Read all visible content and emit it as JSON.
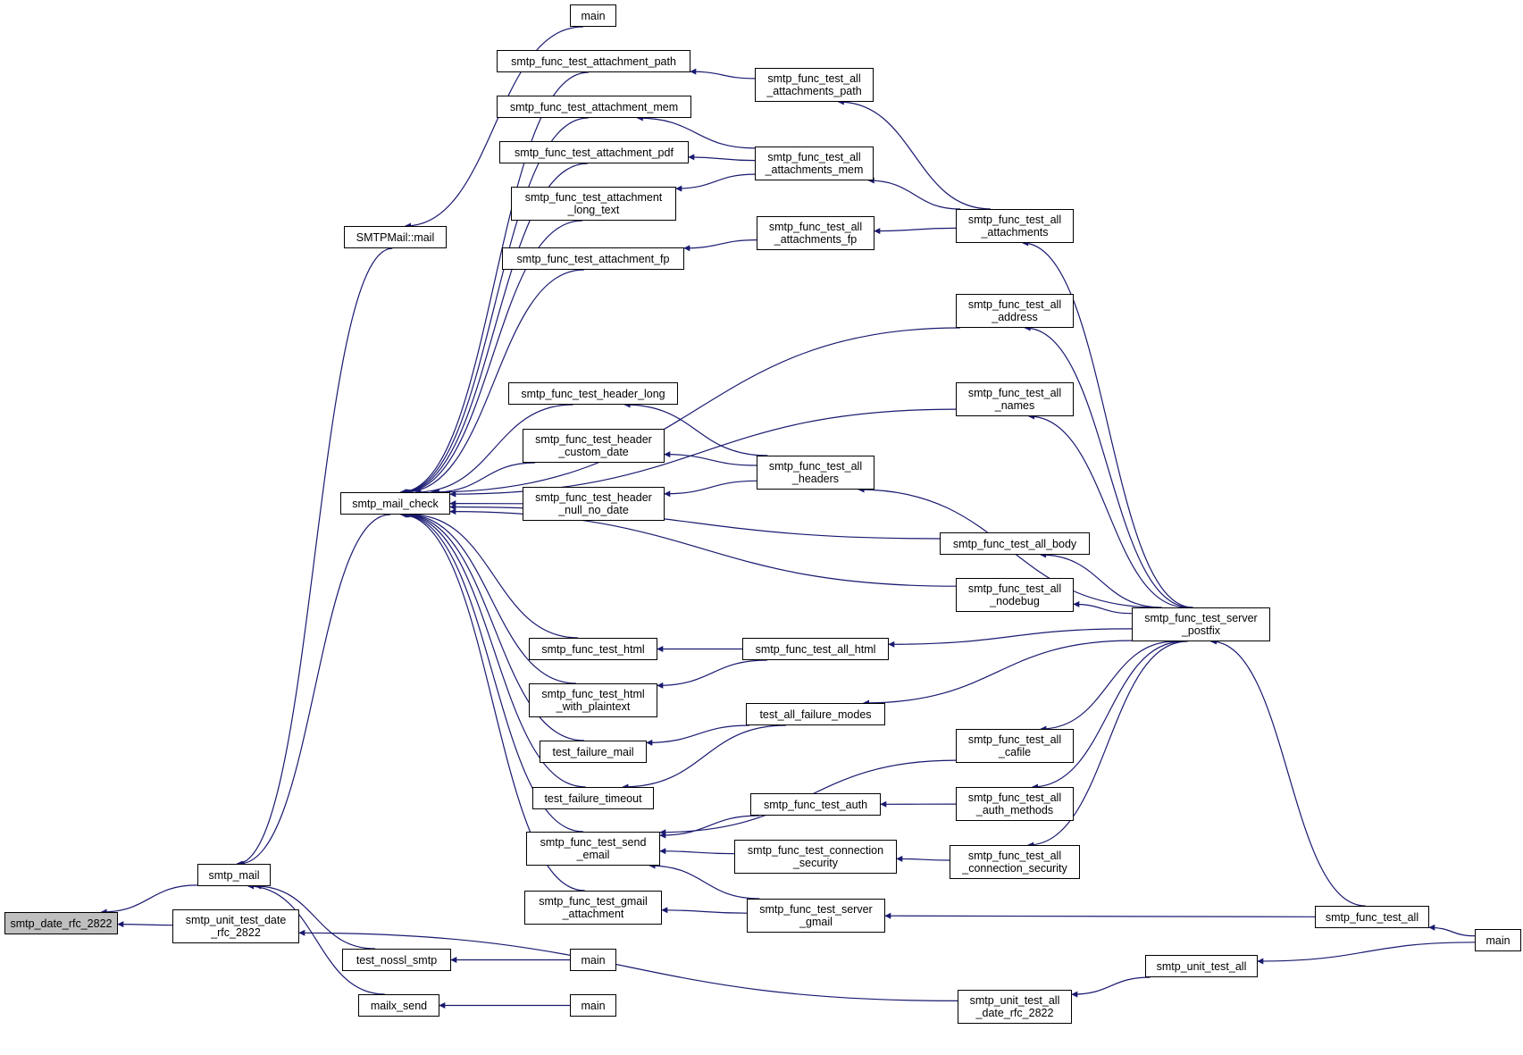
{
  "colors": {
    "edge": "#191970",
    "border": "#000000",
    "root_fill": "#bfbfbf"
  },
  "nodes": [
    {
      "id": "date",
      "label": [
        "smtp_date_rfc_2822"
      ],
      "root": true
    },
    {
      "id": "mail",
      "label": [
        "smtp_mail"
      ]
    },
    {
      "id": "unitdate",
      "label": [
        "smtp_unit_test_date",
        "_rfc_2822"
      ]
    },
    {
      "id": "smtpmail",
      "label": [
        "SMTPMail::mail"
      ]
    },
    {
      "id": "check",
      "label": [
        "smtp_mail_check"
      ]
    },
    {
      "id": "nossl",
      "label": [
        "test_nossl_smtp"
      ]
    },
    {
      "id": "mailx",
      "label": [
        "mailx_send"
      ]
    },
    {
      "id": "main_top",
      "label": [
        "main"
      ]
    },
    {
      "id": "att_path",
      "label": [
        "smtp_func_test_attachment_path"
      ]
    },
    {
      "id": "att_mem",
      "label": [
        "smtp_func_test_attachment_mem"
      ]
    },
    {
      "id": "att_pdf",
      "label": [
        "smtp_func_test_attachment_pdf"
      ]
    },
    {
      "id": "att_long",
      "label": [
        "smtp_func_test_attachment",
        "_long_text"
      ]
    },
    {
      "id": "att_fp",
      "label": [
        "smtp_func_test_attachment_fp"
      ]
    },
    {
      "id": "hdr_long",
      "label": [
        "smtp_func_test_header_long"
      ]
    },
    {
      "id": "hdr_custom",
      "label": [
        "smtp_func_test_header",
        "_custom_date"
      ]
    },
    {
      "id": "hdr_null",
      "label": [
        "smtp_func_test_header",
        "_null_no_date"
      ]
    },
    {
      "id": "html",
      "label": [
        "smtp_func_test_html"
      ]
    },
    {
      "id": "html_plain",
      "label": [
        "smtp_func_test_html",
        "_with_plaintext"
      ]
    },
    {
      "id": "fail_mail",
      "label": [
        "test_failure_mail"
      ]
    },
    {
      "id": "fail_timeout",
      "label": [
        "test_failure_timeout"
      ]
    },
    {
      "id": "send_email",
      "label": [
        "smtp_func_test_send",
        "_email"
      ]
    },
    {
      "id": "gmail_att",
      "label": [
        "smtp_func_test_gmail",
        "_attachment"
      ]
    },
    {
      "id": "main_nossl",
      "label": [
        "main"
      ]
    },
    {
      "id": "main_mailx",
      "label": [
        "main"
      ]
    },
    {
      "id": "all_att_path",
      "label": [
        "smtp_func_test_all",
        "_attachments_path"
      ]
    },
    {
      "id": "all_att_mem",
      "label": [
        "smtp_func_test_all",
        "_attachments_mem"
      ]
    },
    {
      "id": "all_att_fp",
      "label": [
        "smtp_func_test_all",
        "_attachments_fp"
      ]
    },
    {
      "id": "all_headers",
      "label": [
        "smtp_func_test_all",
        "_headers"
      ]
    },
    {
      "id": "all_html",
      "label": [
        "smtp_func_test_all_html"
      ]
    },
    {
      "id": "all_fail",
      "label": [
        "test_all_failure_modes"
      ]
    },
    {
      "id": "auth",
      "label": [
        "smtp_func_test_auth"
      ]
    },
    {
      "id": "conn_sec",
      "label": [
        "smtp_func_test_connection",
        "_security"
      ]
    },
    {
      "id": "server_gmail",
      "label": [
        "smtp_func_test_server",
        "_gmail"
      ]
    },
    {
      "id": "all_att",
      "label": [
        "smtp_func_test_all",
        "_attachments"
      ]
    },
    {
      "id": "all_addr",
      "label": [
        "smtp_func_test_all",
        "_address"
      ]
    },
    {
      "id": "all_names",
      "label": [
        "smtp_func_test_all",
        "_names"
      ]
    },
    {
      "id": "all_body",
      "label": [
        "smtp_func_test_all_body"
      ]
    },
    {
      "id": "all_nodebug",
      "label": [
        "smtp_func_test_all",
        "_nodebug"
      ]
    },
    {
      "id": "all_cafile",
      "label": [
        "smtp_func_test_all",
        "_cafile"
      ]
    },
    {
      "id": "all_auth",
      "label": [
        "smtp_func_test_all",
        "_auth_methods"
      ]
    },
    {
      "id": "all_conn",
      "label": [
        "smtp_func_test_all",
        "_connection_security"
      ]
    },
    {
      "id": "unit_all_date",
      "label": [
        "smtp_unit_test_all",
        "_date_rfc_2822"
      ]
    },
    {
      "id": "postfix",
      "label": [
        "smtp_func_test_server",
        "_postfix"
      ]
    },
    {
      "id": "unit_all",
      "label": [
        "smtp_unit_test_all"
      ]
    },
    {
      "id": "func_all",
      "label": [
        "smtp_func_test_all"
      ]
    },
    {
      "id": "main_right",
      "label": [
        "main"
      ]
    }
  ],
  "edges": [
    [
      "mail",
      "date"
    ],
    [
      "unitdate",
      "date"
    ],
    [
      "smtpmail",
      "mail"
    ],
    [
      "check",
      "mail"
    ],
    [
      "nossl",
      "mail"
    ],
    [
      "mailx",
      "mail"
    ],
    [
      "main_top",
      "smtpmail"
    ],
    [
      "att_path",
      "check"
    ],
    [
      "att_mem",
      "check"
    ],
    [
      "att_pdf",
      "check"
    ],
    [
      "att_long",
      "check"
    ],
    [
      "att_fp",
      "check"
    ],
    [
      "hdr_long",
      "check"
    ],
    [
      "hdr_custom",
      "check"
    ],
    [
      "hdr_null",
      "check"
    ],
    [
      "html",
      "check"
    ],
    [
      "html_plain",
      "check"
    ],
    [
      "fail_mail",
      "check"
    ],
    [
      "fail_timeout",
      "check"
    ],
    [
      "send_email",
      "check"
    ],
    [
      "gmail_att",
      "check"
    ],
    [
      "all_addr",
      "check"
    ],
    [
      "all_names",
      "check"
    ],
    [
      "all_body",
      "check"
    ],
    [
      "all_nodebug",
      "check"
    ],
    [
      "main_nossl",
      "nossl"
    ],
    [
      "main_mailx",
      "mailx"
    ],
    [
      "unit_all_date",
      "unitdate"
    ],
    [
      "all_att_path",
      "att_path"
    ],
    [
      "all_att_mem",
      "att_mem"
    ],
    [
      "all_att_mem",
      "att_pdf"
    ],
    [
      "all_att_mem",
      "att_long"
    ],
    [
      "all_att_fp",
      "att_fp"
    ],
    [
      "all_headers",
      "hdr_long"
    ],
    [
      "all_headers",
      "hdr_custom"
    ],
    [
      "all_headers",
      "hdr_null"
    ],
    [
      "all_html",
      "html"
    ],
    [
      "all_html",
      "html_plain"
    ],
    [
      "all_fail",
      "fail_mail"
    ],
    [
      "all_fail",
      "fail_timeout"
    ],
    [
      "auth",
      "send_email"
    ],
    [
      "conn_sec",
      "send_email"
    ],
    [
      "server_gmail",
      "send_email"
    ],
    [
      "all_cafile",
      "send_email"
    ],
    [
      "server_gmail",
      "gmail_att"
    ],
    [
      "all_att",
      "all_att_path"
    ],
    [
      "all_att",
      "all_att_mem"
    ],
    [
      "all_att",
      "all_att_fp"
    ],
    [
      "all_auth",
      "auth"
    ],
    [
      "all_conn",
      "conn_sec"
    ],
    [
      "func_all",
      "server_gmail"
    ],
    [
      "postfix",
      "all_att"
    ],
    [
      "postfix",
      "all_addr"
    ],
    [
      "postfix",
      "all_names"
    ],
    [
      "postfix",
      "all_headers"
    ],
    [
      "postfix",
      "all_body"
    ],
    [
      "postfix",
      "all_nodebug"
    ],
    [
      "postfix",
      "all_html"
    ],
    [
      "postfix",
      "all_fail"
    ],
    [
      "postfix",
      "all_cafile"
    ],
    [
      "postfix",
      "all_auth"
    ],
    [
      "postfix",
      "all_conn"
    ],
    [
      "func_all",
      "postfix"
    ],
    [
      "main_right",
      "func_all"
    ],
    [
      "unit_all",
      "unit_all_date"
    ],
    [
      "main_right",
      "unit_all"
    ]
  ]
}
